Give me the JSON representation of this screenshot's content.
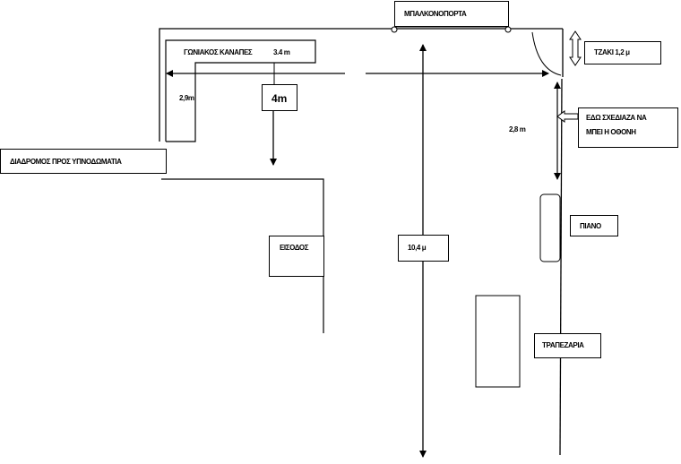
{
  "diagram": {
    "type": "floor-plan",
    "labels": {
      "balcony_door": "ΜΠΑΛΚΟΝΟΠΟΡΤΑ",
      "corner_sofa": "ΓΩΝΙΑΚΟΣ ΚΑΝΑΠΕΣ",
      "sofa_width": "3.4 m",
      "sofa_depth": "2,9m",
      "living_width": "4m",
      "fireplace": "ΤΖΑΚΙ 1,2 μ",
      "tv_note_line1": "ΕΔΩ ΣΧΕΔΙΑΖΑ ΝΑ",
      "tv_note_line2": "ΜΠΕΙ Η ΟΘΟΝΗ",
      "tv_wall_length": "2,8 m",
      "corridor": "ΔΙΑΔΡΟΜΟΣ ΠΡΟΣ ΥΠΝΟΔΩΜΑΤΙΑ",
      "entrance": "ΕΙΣΟΔΟΣ",
      "room_length": "10,4 μ",
      "piano": "ΠΙΑΝΟ",
      "dining": "ΤΡΑΠΕΖΑΡΙΑ"
    },
    "stroke_color": "#000000",
    "background_color": "#ffffff"
  }
}
